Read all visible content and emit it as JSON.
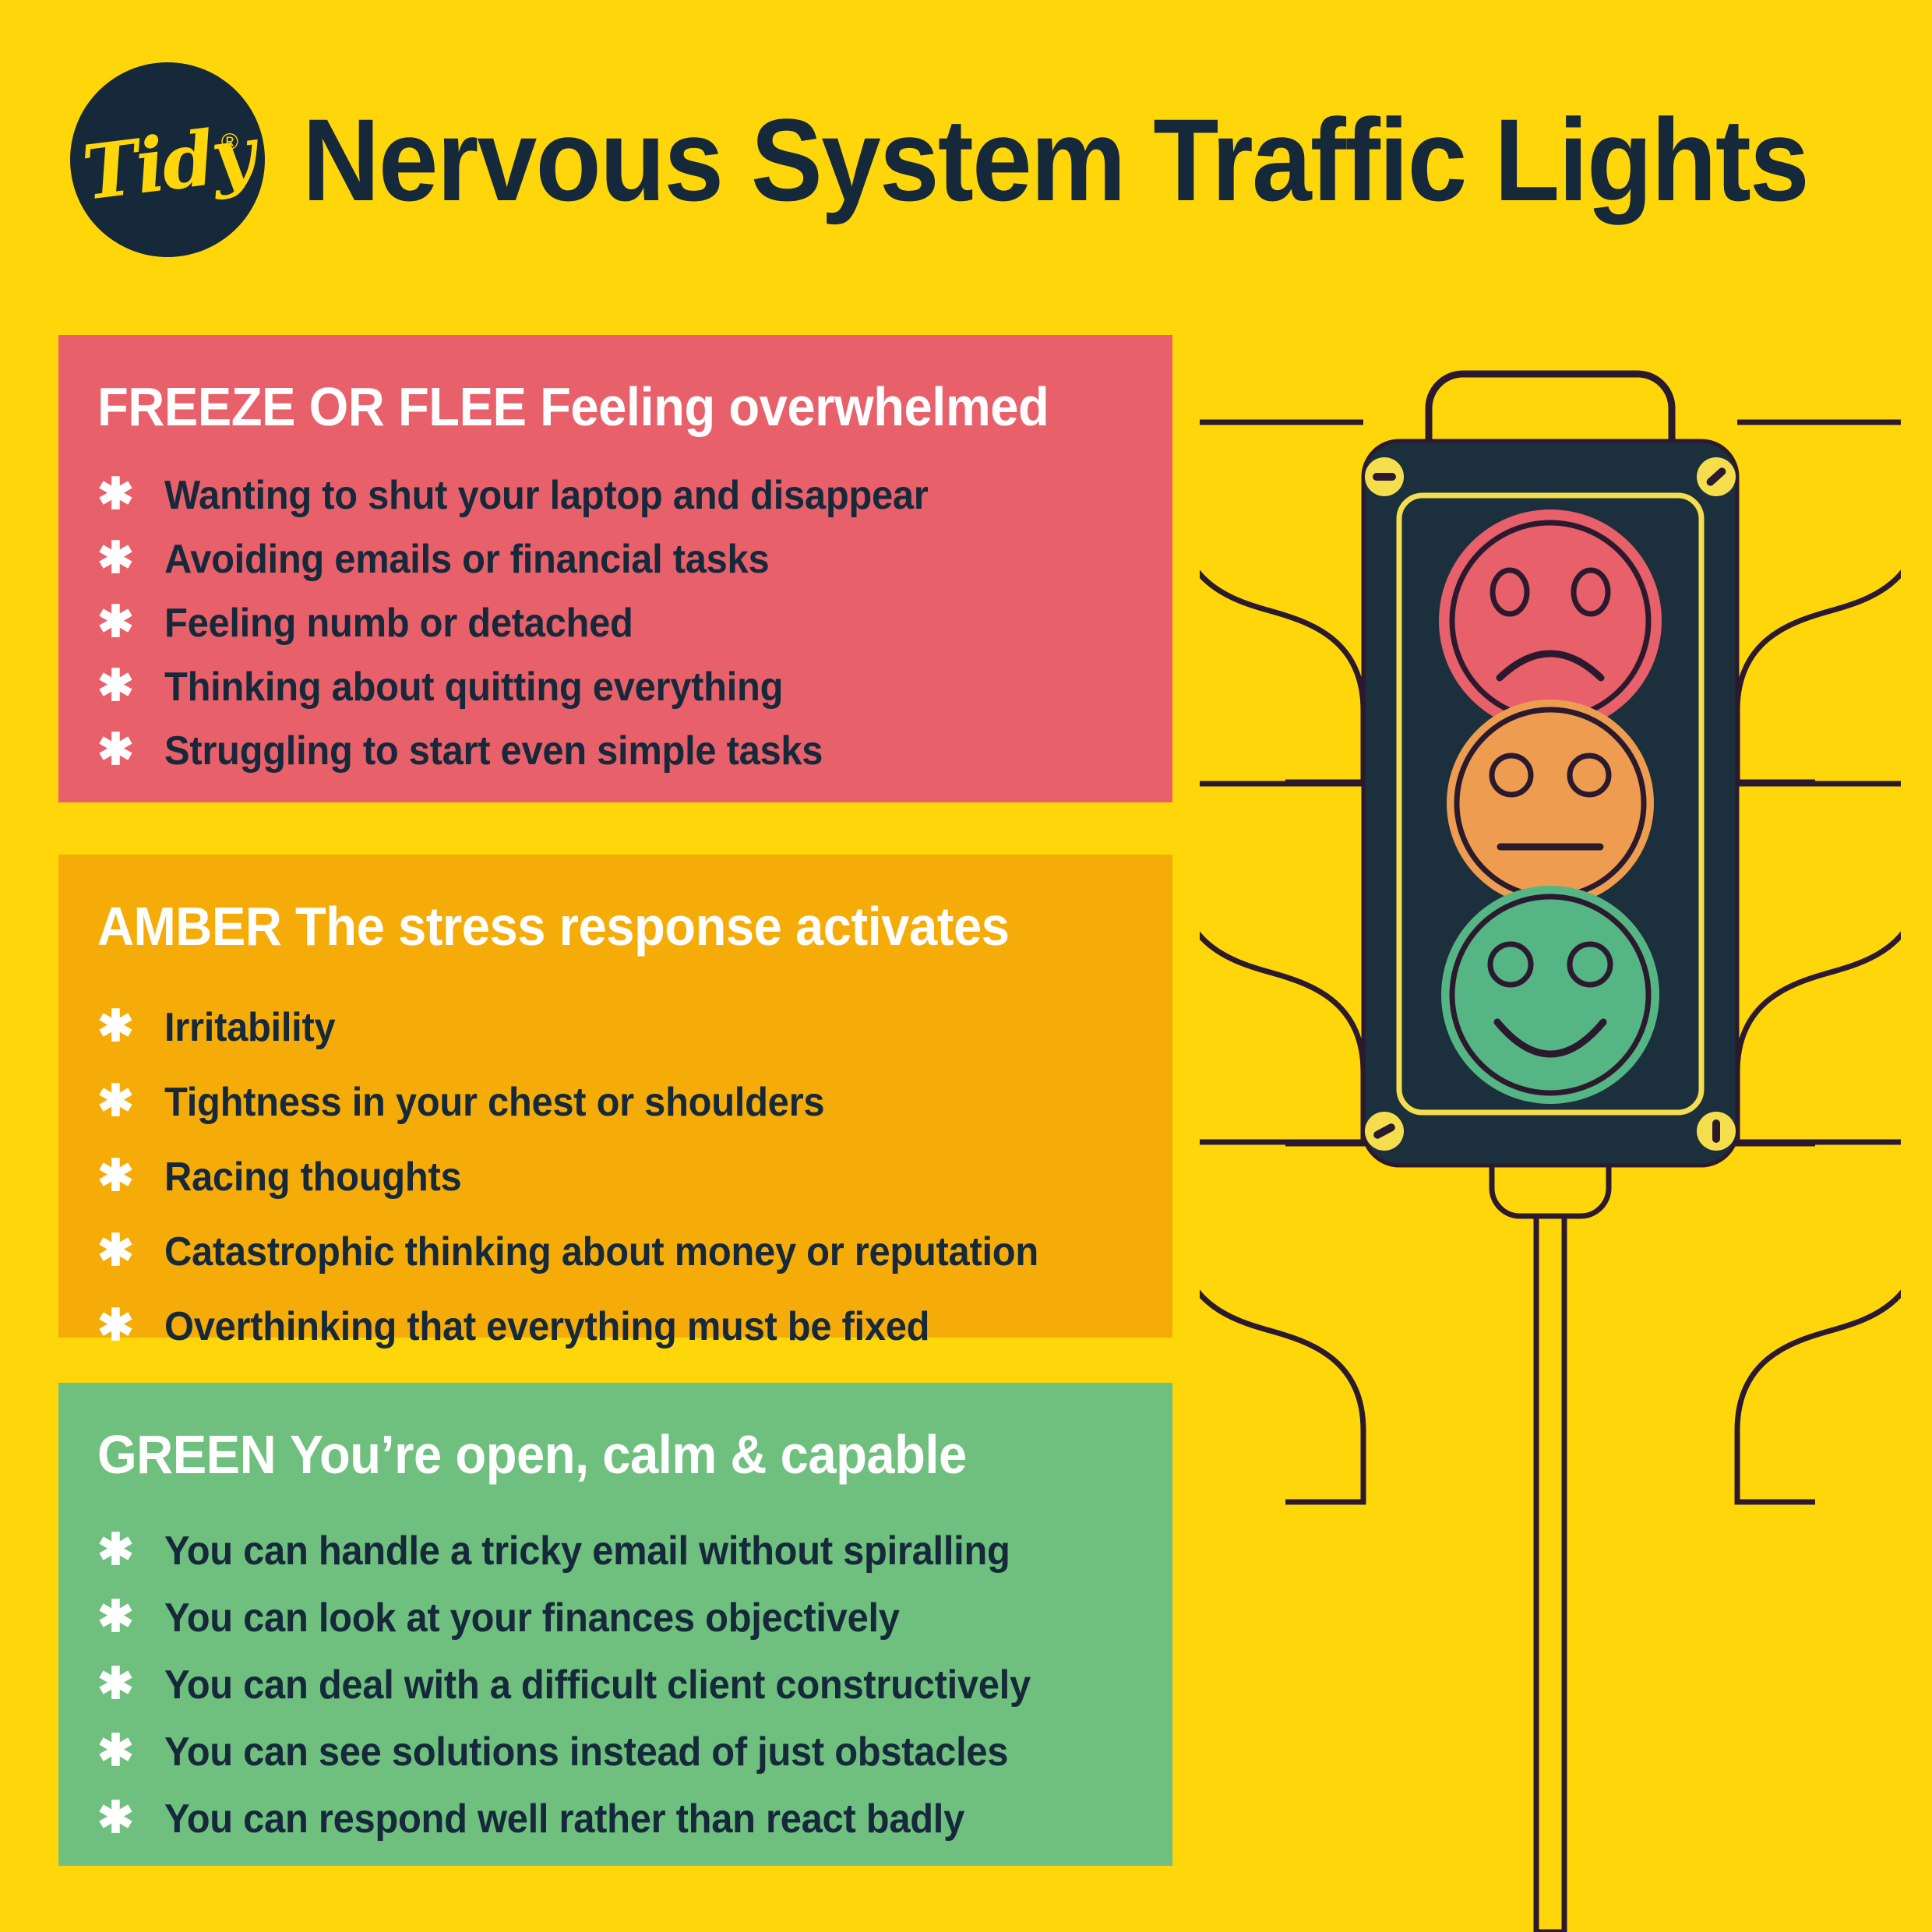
{
  "brand": {
    "logo_text": "Tidy",
    "logo_trademark": "®"
  },
  "header": {
    "title": "Nervous System Traffic Lights"
  },
  "cards": [
    {
      "id": "freeze-or-flee",
      "color": "#E8606A",
      "heading_lead": "FREEZE OR FLEE",
      "heading_rest": "Feeling overwhelmed",
      "bullet_mark": "✱",
      "bullets": [
        "Wanting to shut your laptop and disappear",
        "Avoiding emails or financial tasks",
        "Feeling numb or detached",
        "Thinking about quitting everything",
        "Struggling to start even simple tasks"
      ]
    },
    {
      "id": "amber",
      "color": "#F6AC08",
      "heading_lead": "AMBER",
      "heading_rest": "The stress response activates",
      "bullet_mark": "✱",
      "bullets": [
        "Irritability",
        "Tightness in your chest or shoulders",
        "Racing thoughts",
        "Catastrophic thinking about money or reputation",
        "Overthinking that everything must be fixed"
      ]
    },
    {
      "id": "green",
      "color": "#6FBF7E",
      "heading_lead": "GREEN",
      "heading_rest": "You’re open, calm & capable",
      "bullet_mark": "✱",
      "bullets": [
        "You can handle a tricky email without spiralling",
        "You can look at your finances objectively",
        "You can deal with a difficult client constructively",
        "You can see solutions instead of just obstacles",
        "You can respond well rather than react badly"
      ]
    }
  ],
  "traffic_light": {
    "housing_color": "#1B2F3D",
    "outline_color": "#2B1A2E",
    "accent_color": "#F5DE4E",
    "lamps": [
      {
        "name": "red-lamp",
        "color": "#E8606A",
        "face": "sad"
      },
      {
        "name": "amber-lamp",
        "color": "#EE9C4F",
        "face": "neutral"
      },
      {
        "name": "green-lamp",
        "color": "#55B584",
        "face": "happy"
      }
    ]
  },
  "palette": {
    "background": "#FFD60A",
    "ink": "#15293A",
    "white": "#FFFFFF"
  }
}
